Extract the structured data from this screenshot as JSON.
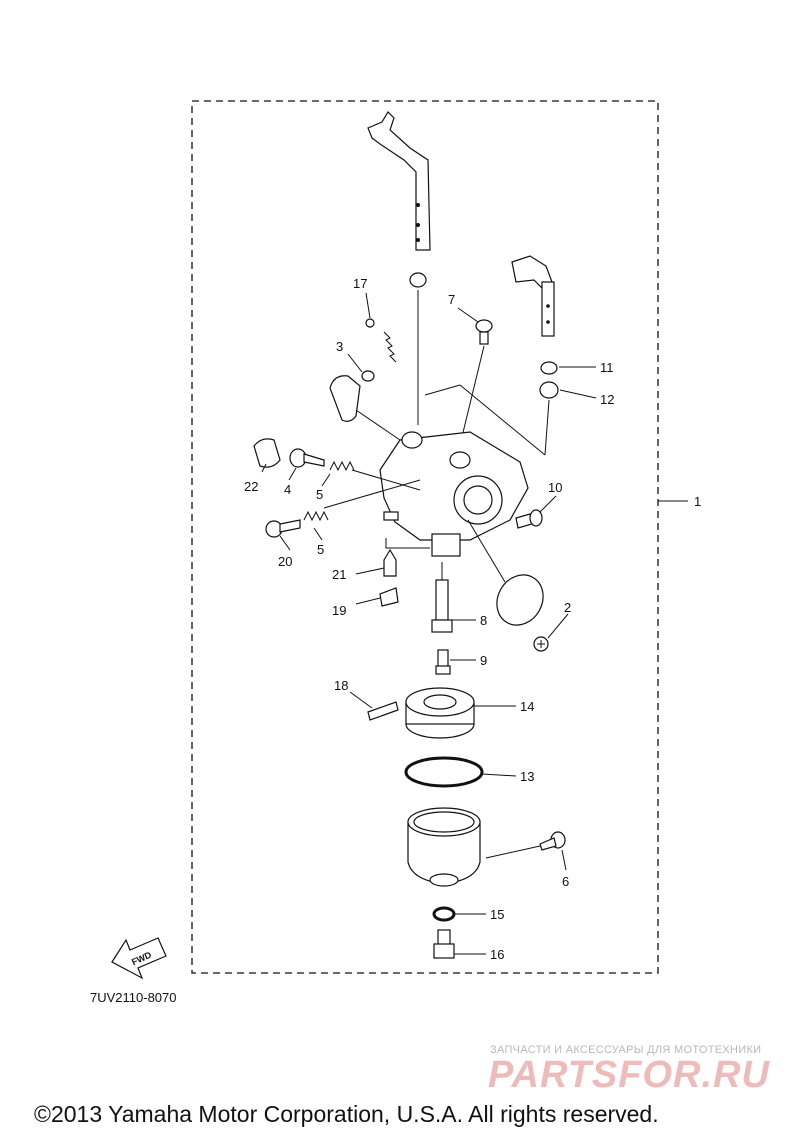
{
  "diagram": {
    "callouts": [
      "1",
      "2",
      "3",
      "4",
      "5",
      "5",
      "6",
      "7",
      "8",
      "9",
      "10",
      "11",
      "12",
      "13",
      "14",
      "15",
      "16",
      "17",
      "18",
      "19",
      "20",
      "21",
      "22"
    ],
    "fwd_label": "FWD",
    "part_code": "7UV2110-8070"
  },
  "watermark": {
    "tagline": "ЗАПЧАСТИ И АКСЕССУАРЫ ДЛЯ МОТОТЕХНИКИ",
    "brand": "PARTSFOR.RU"
  },
  "copyright": "©2013 Yamaha Motor Corporation, U.S.A. All rights reserved."
}
